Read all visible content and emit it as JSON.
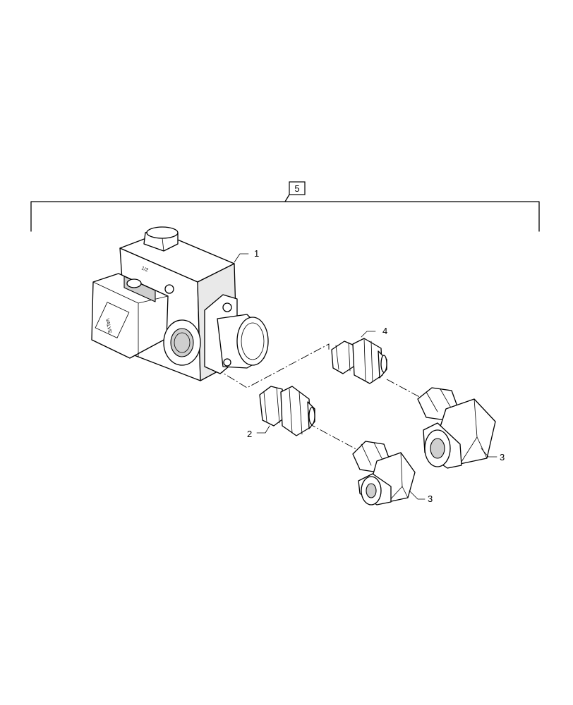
{
  "diagram": {
    "assembly_callout": "5",
    "callouts": [
      {
        "id": "callout-1",
        "label": "1"
      },
      {
        "id": "callout-2",
        "label": "2"
      },
      {
        "id": "callout-3a",
        "label": "3"
      },
      {
        "id": "callout-3b",
        "label": "3"
      },
      {
        "id": "callout-4",
        "label": "4"
      }
    ],
    "valve_markings": [
      "VALVE",
      "1/2"
    ]
  }
}
